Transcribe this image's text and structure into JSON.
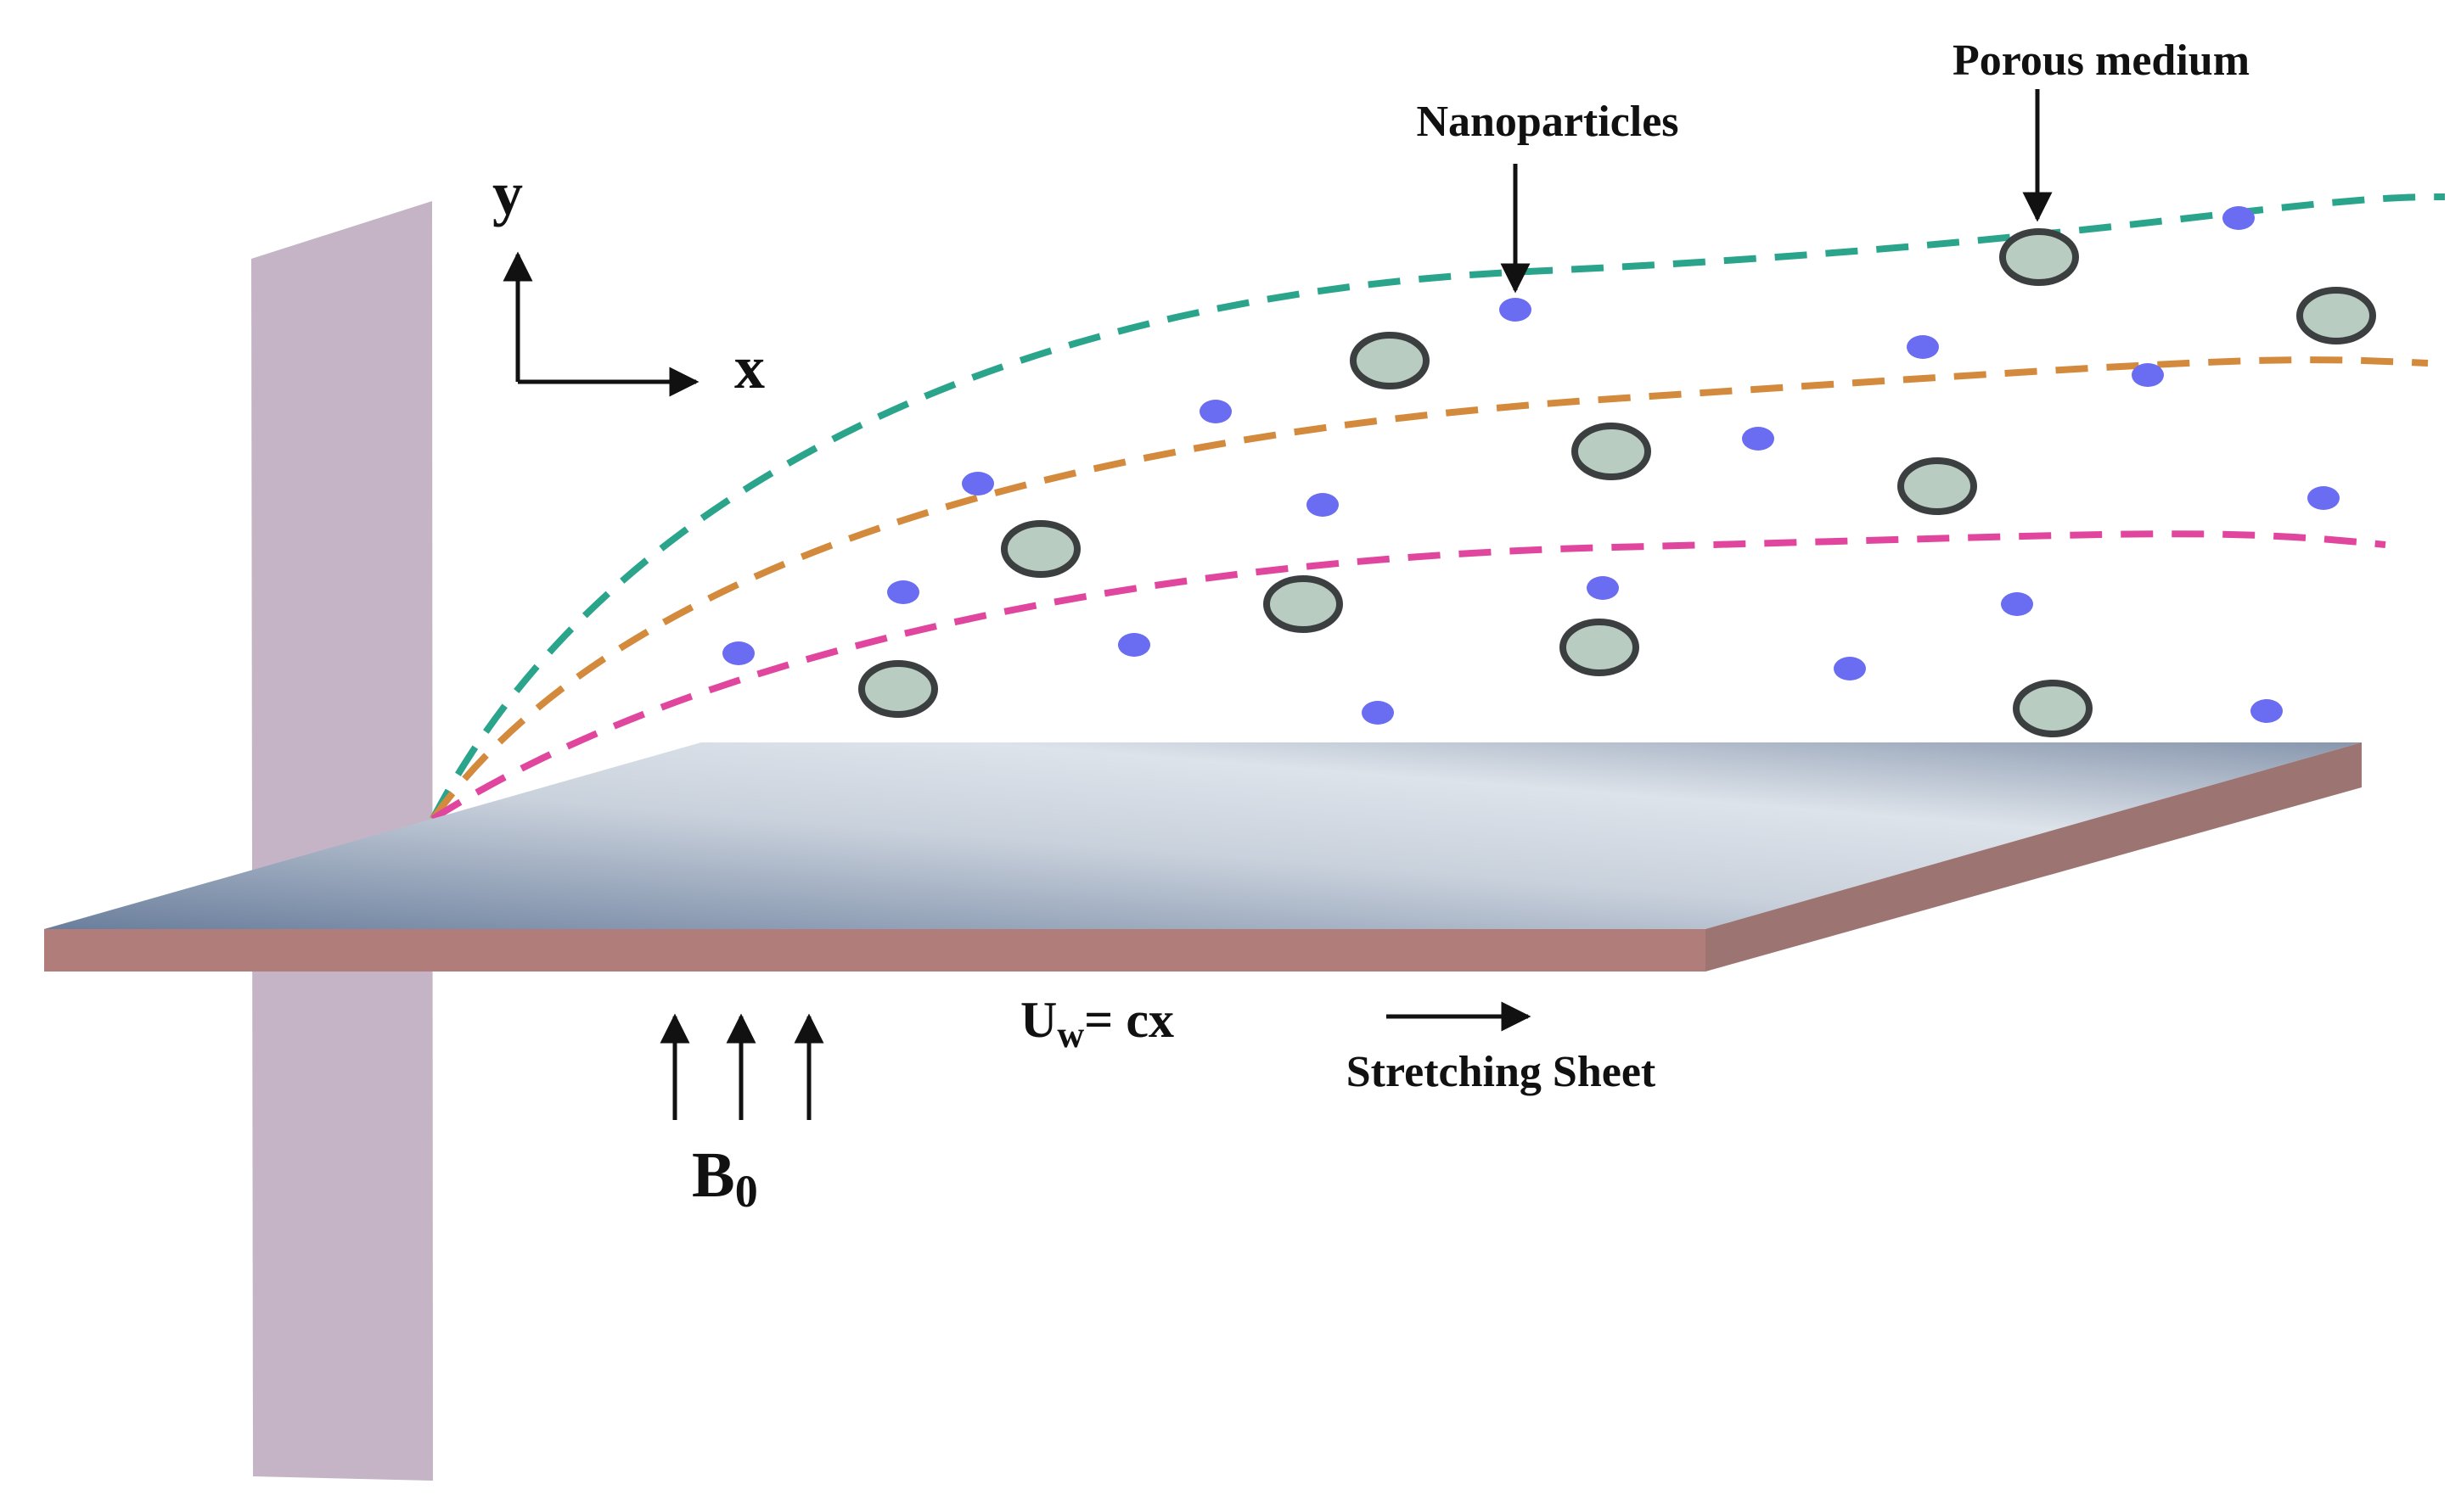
{
  "labels": {
    "porous_medium": "Porous medium",
    "nanoparticles": "Nanoparticles",
    "y_axis": "y",
    "x_axis": "x",
    "velocity_main": "U",
    "velocity_sub": "w",
    "velocity_rest": "= cx",
    "stretching_sheet": "Stretching Sheet",
    "field_main": "B",
    "field_sub": "0"
  },
  "colors": {
    "wall": "#c4b4c6",
    "sheet_top_dark": "#6a7e9c",
    "sheet_top_light": "#dde3ea",
    "sheet_front": "#b07d7a",
    "sheet_side": "#9c7472",
    "boundary_outer": "#2aa58c",
    "boundary_middle": "#d38a3c",
    "boundary_inner": "#e0469e",
    "nanoparticle": "#6a6cf2",
    "porous_fill": "#b9ccc2",
    "porous_stroke": "#3b3f40",
    "arrows": "#111111"
  }
}
